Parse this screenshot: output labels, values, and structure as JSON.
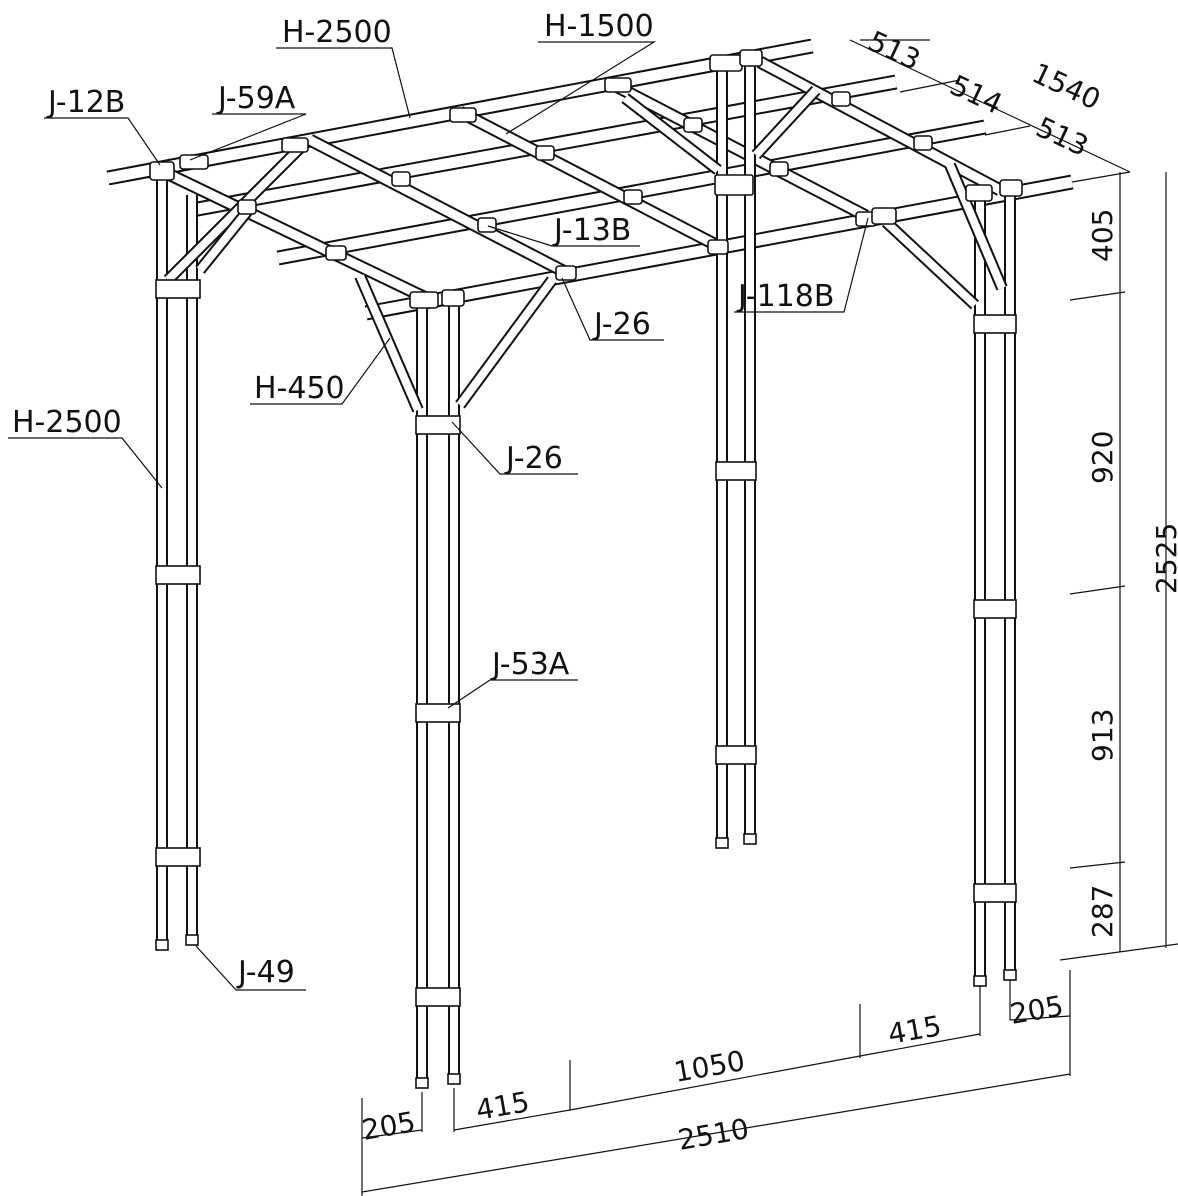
{
  "parts": {
    "top_rail": "H-2500",
    "cross_rail": "H-1500",
    "corner_joint": "J-12B",
    "top_joint": "J-59A",
    "cross_joint": "J-13B",
    "brace_joint": "J-118B",
    "brace_joint_upper": "J-26",
    "brace": "H-450",
    "post_joint": "J-26",
    "post": "H-2500",
    "mid_joint": "J-53A",
    "foot_cap": "J-49"
  },
  "dimensions": {
    "depth_1": "513",
    "depth_2": "514",
    "depth_3": "513",
    "depth_total": "1540",
    "height_1": "405",
    "height_2": "920",
    "height_3": "913",
    "height_4": "287",
    "height_total": "2525",
    "base_offset_left": "205",
    "base_span_1": "415",
    "base_span_2": "1050",
    "base_span_3": "415",
    "base_offset_right": "205",
    "base_total": "2510"
  }
}
